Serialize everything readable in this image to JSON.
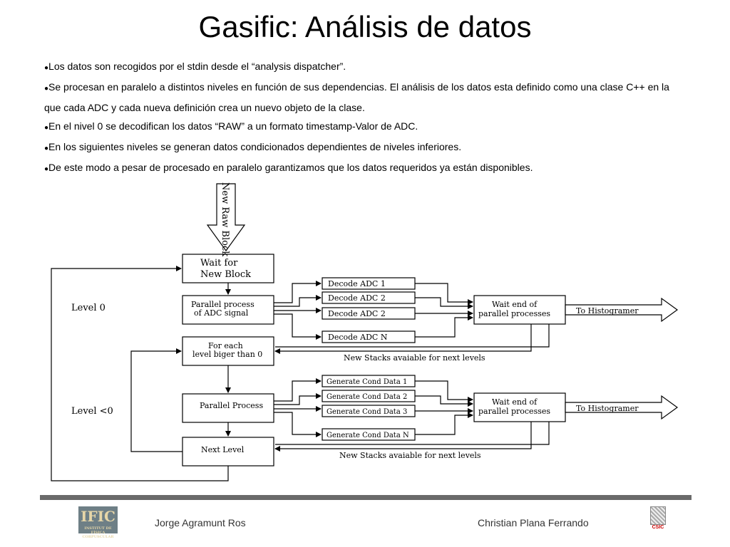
{
  "slide": {
    "title": "Gasific: Análisis de datos",
    "bullets": [
      "Los datos son recogidos por el stdin desde el “analysis dispatcher”.",
      "Se procesan en paralelo a distintos niveles en función de sus dependencias. El análisis de los datos esta definido como una clase  C++ en la que cada ADC y cada nueva definición crea un nuevo objeto de la clase.",
      "En el nivel 0 se decodifican los datos “RAW” a un formato timestamp-Valor de ADC.",
      "En los siguientes niveles se generan datos condicionados dependientes de niveles inferiores.",
      "De este modo a pesar de procesado en paralelo garantizamos que los datos requeridos ya están disponibles."
    ]
  },
  "diagram": {
    "input_label": "New Raw Block",
    "wait_line1": "Wait for",
    "wait_line2": "New Block",
    "level0": "Level 0",
    "level_lt0": "Level <0",
    "parallel_adc_line1": "Parallel process",
    "parallel_adc_line2": "of ADC signal",
    "decode": [
      "Decode ADC 1",
      "Decode ADC 2",
      "Decode ADC 2",
      "Decode ADC N"
    ],
    "wait_end_line1": "Wait end of",
    "wait_end_line2": "parallel processes",
    "to_histogramer": "To Histogramer",
    "for_each_line1": "For each",
    "for_each_line2": "level biger than 0",
    "new_stacks": "New Stacks avaiable for next levels",
    "parallel_process": "Parallel Process",
    "generate": [
      "Generate Cond Data 1",
      "Generate Cond Data 2",
      "Generate Cond Data 3",
      "Generate Cond Data N"
    ],
    "next_level": "Next Level"
  },
  "footer": {
    "author_left": "Jorge Agramunt Ros",
    "author_right": "Christian Plana Ferrando",
    "logo_left": "IFIC",
    "logo_left_sub": "INSTITUT DE FÍSICA CORPUSCULAR",
    "logo_right": "CSIC"
  }
}
